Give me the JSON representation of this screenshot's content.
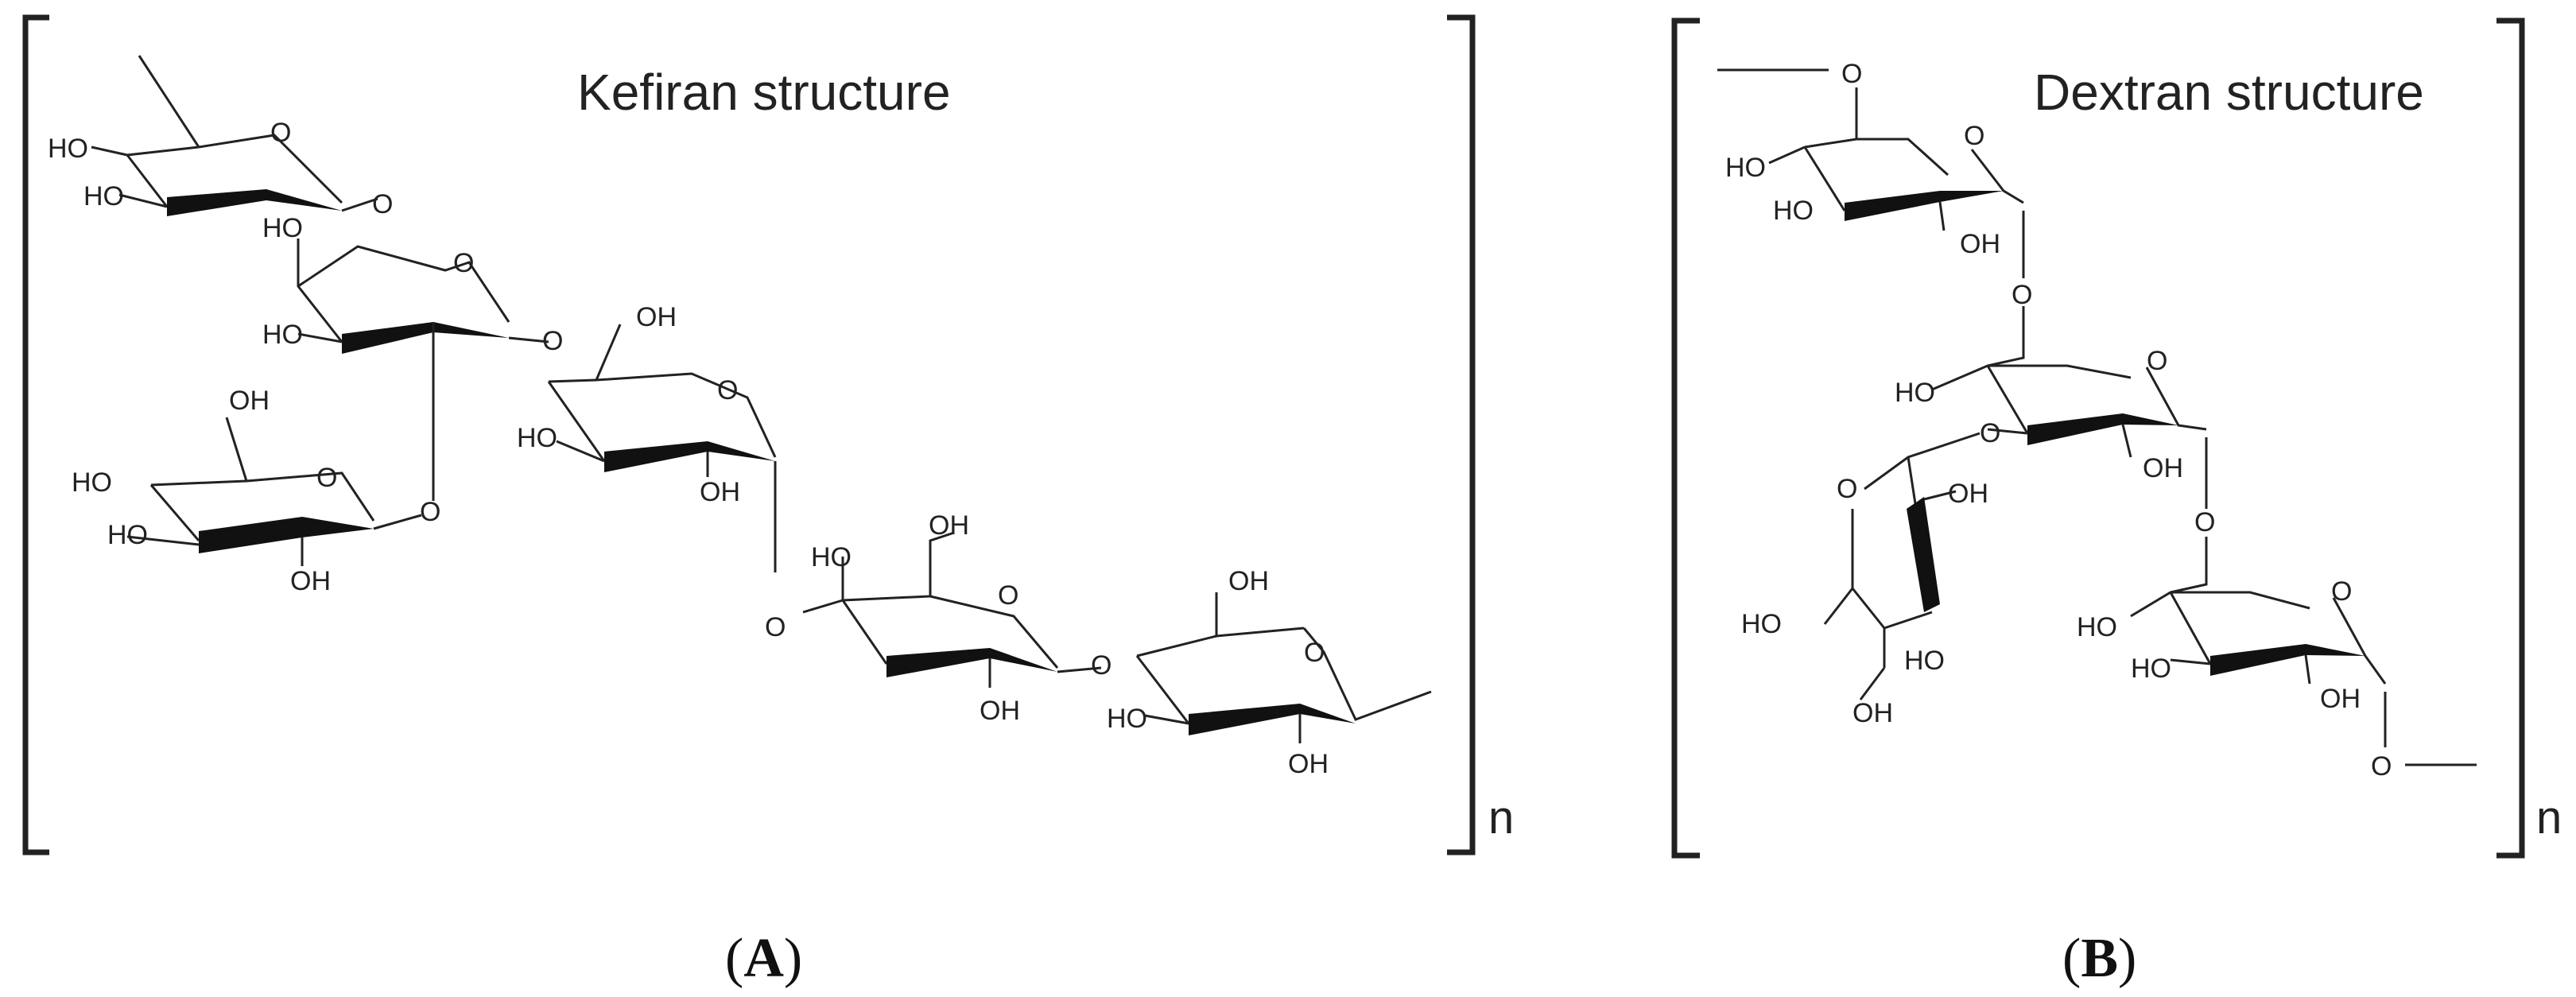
{
  "colors": {
    "ink": "#222222",
    "background": "#ffffff"
  },
  "panel_a": {
    "title": "Kefiran structure",
    "repeat_subscript": "n",
    "label_open": "(",
    "label_letter": "A",
    "label_close": ")",
    "atoms": {
      "r1_ho1": "HO",
      "r1_ho2": "HO",
      "r1_o_ring": "O",
      "r1_o_link": "O",
      "r2_ho_top": "HO",
      "r2_ho_left": "HO",
      "r2_o_ring": "O",
      "r2_o_link": "O",
      "r3_oh": "OH",
      "r3_ho1": "HO",
      "r3_ho2": "HO",
      "r3_oh_bottom": "OH",
      "r3_o_ring": "O",
      "r3_o_link": "O",
      "r4_oh": "OH",
      "r4_ho": "HO",
      "r4_oh_bottom": "OH",
      "r4_o_ring": "O",
      "r4_o_link": "O",
      "r5_oh": "OH",
      "r5_ho": "HO",
      "r5_oh_bottom": "OH",
      "r5_o_ring": "O",
      "r5_o_link": "O",
      "r6_oh": "OH",
      "r6_ho": "HO",
      "r6_oh_bottom": "OH",
      "r6_o_ring": "O"
    }
  },
  "panel_b": {
    "title": "Dextran structure",
    "repeat_subscript": "n",
    "label_open": "(",
    "label_letter": "B",
    "label_close": ")",
    "atoms": {
      "t_o_top": "O",
      "t_ho1": "HO",
      "t_ho2": "HO",
      "t_oh": "OH",
      "t_o_ring": "O",
      "t_o_link": "O",
      "m_ho": "HO",
      "m_o_branch": "O",
      "m_oh": "OH",
      "m_o_ring": "O",
      "m_o_link": "O",
      "l_o_ring": "O",
      "l_oh": "OH",
      "l_ho1": "HO",
      "l_ho2": "HO",
      "l_oh_bottom": "OH",
      "b_ho1": "HO",
      "b_ho2": "HO",
      "b_oh": "OH",
      "b_o_ring": "O",
      "b_o_end": "O"
    }
  }
}
